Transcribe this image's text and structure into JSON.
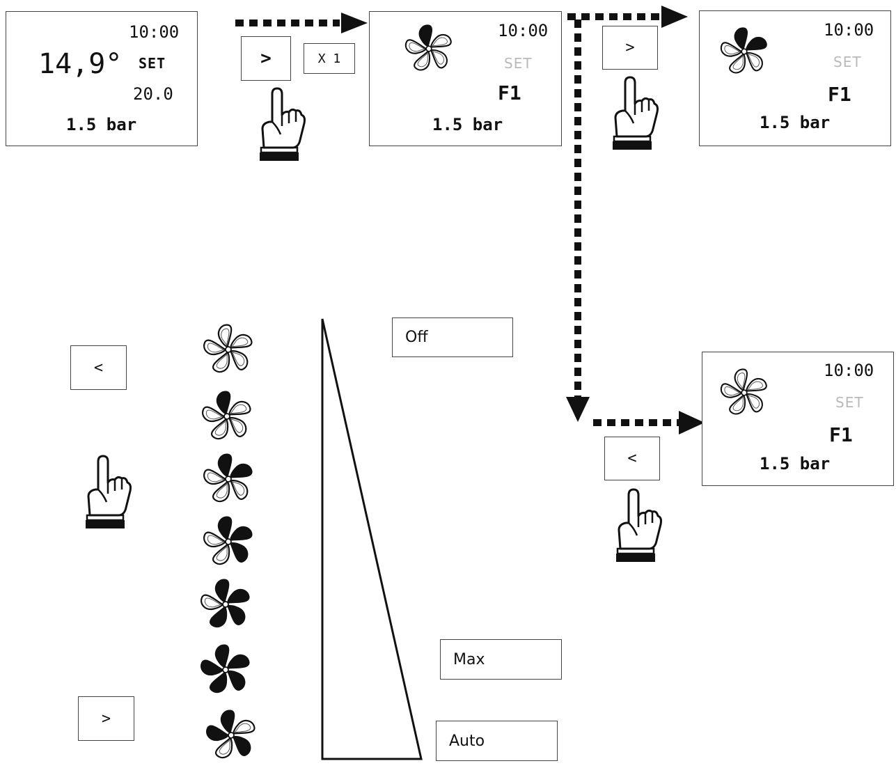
{
  "screens": {
    "initial": {
      "time": "10:00",
      "temperature": "14,9°",
      "set_label": "SET",
      "set_value": "20.0",
      "pressure": "1.5 bar"
    },
    "fan_f1": {
      "time": "10:00",
      "set_label": "SET",
      "mode": "F1",
      "pressure": "1.5 bar"
    },
    "fan_f2": {
      "time": "10:00",
      "set_label": "SET",
      "mode": "F1",
      "pressure": "1.5 bar"
    },
    "fan_off": {
      "time": "10:00",
      "set_label": "SET",
      "mode": "F1",
      "pressure": "1.5 bar"
    }
  },
  "buttons": {
    "next_1": ">",
    "multiplier": "X 1",
    "next_2": ">",
    "prev_1": "<",
    "prev_legend": "<",
    "next_legend": ">"
  },
  "speed_labels": {
    "off": "Off",
    "max": "Max",
    "auto": "Auto"
  },
  "icons": [
    "fan-icon",
    "pointing-hand-icon",
    "dotted-arrow"
  ],
  "fan_levels": {
    "initial": 0,
    "f1": 1,
    "f2": 2,
    "off": 0,
    "legend": [
      0,
      1,
      2,
      3,
      4,
      5,
      6
    ]
  }
}
